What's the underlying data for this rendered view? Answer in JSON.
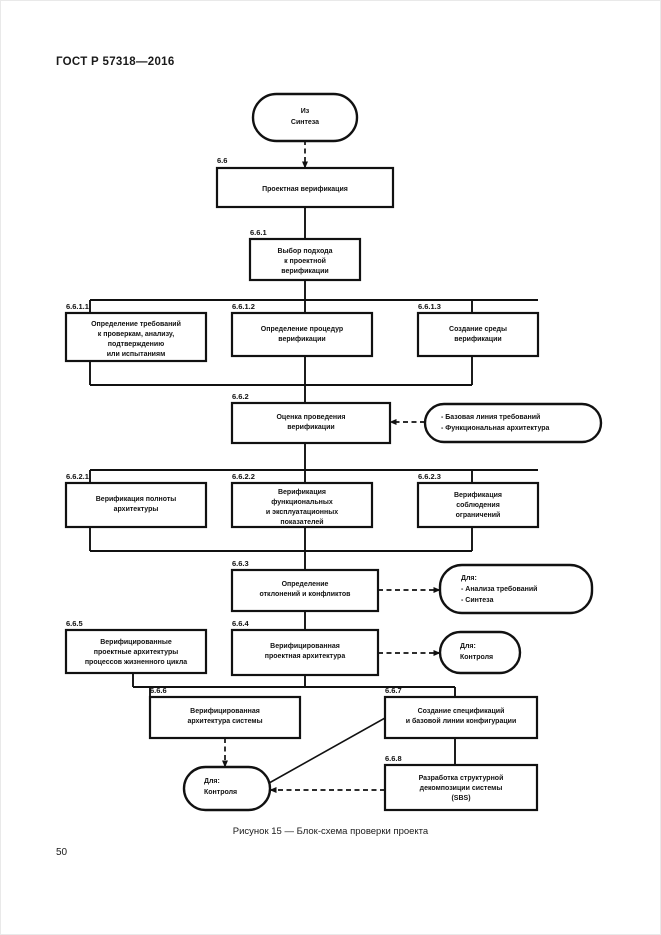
{
  "document": {
    "standard_header": "ГОСТ Р 57318—2016",
    "page_number": "50",
    "figure_caption": "Рисунок 15 — Блок-схема проверки проекта"
  },
  "figure": {
    "title": "Блок-схема проверки проекта",
    "nodes": {
      "source": {
        "line1": "Из",
        "line2": "Синтеза"
      },
      "n66": {
        "id": "6.6",
        "line1": "Проектная верификация"
      },
      "n661": {
        "id": "6.6.1",
        "line1": "Выбор подхода",
        "line2": "к проектной",
        "line3": "верификации"
      },
      "n6611": {
        "id": "6.6.1.1",
        "line1": "Определение требований",
        "line2": "к проверкам, анализу,",
        "line3": "подтверждению",
        "line4": "или испытаниям"
      },
      "n6612": {
        "id": "6.6.1.2",
        "line1": "Определение процедур",
        "line2": "верификации"
      },
      "n6613": {
        "id": "6.6.1.3",
        "line1": "Создание среды",
        "line2": "верификации"
      },
      "n662": {
        "id": "6.6.2",
        "line1": "Оценка проведения",
        "line2": "верификации"
      },
      "n6621": {
        "id": "6.6.2.1",
        "line1": "Верификация полноты",
        "line2": "архитектуры"
      },
      "n6622": {
        "id": "6.6.2.2",
        "line1": "Верификация",
        "line2": "функциональных",
        "line3": "и эксплуатационных",
        "line4": "показателей"
      },
      "n6623": {
        "id": "6.6.2.3",
        "line1": "Верификация",
        "line2": "соблюдения",
        "line3": "ограничений"
      },
      "n663": {
        "id": "6.6.3",
        "line1": "Определение",
        "line2": "отклонений и конфликтов"
      },
      "n664": {
        "id": "6.6.4",
        "line1": "Верифицированная",
        "line2": "проектная архитектура"
      },
      "n665": {
        "id": "6.6.5",
        "line1": "Верифицированные",
        "line2": "проектные архитектуры",
        "line3": "процессов жизненного цикла"
      },
      "n666": {
        "id": "6.6.6",
        "line1": "Верифицированная",
        "line2": "архитектура системы"
      },
      "n667": {
        "id": "6.6.7",
        "line1": "Создание спецификаций",
        "line2": "и базовой линии конфигурации"
      },
      "n668": {
        "id": "6.6.8",
        "line1": "Разработка структурной",
        "line2": "декомпозиции системы",
        "line3": "(SBS)"
      },
      "input662": {
        "line1": "- Базовая линия требований",
        "line2": "- Функциональная архитектура"
      },
      "out663": {
        "line1": "Для:",
        "line2": "- Анализа требований",
        "line3": "- Синтеза"
      },
      "out664": {
        "line1": "Для:",
        "line2": "Контроля"
      },
      "out666": {
        "line1": "Для:",
        "line2": "Контроля"
      }
    }
  }
}
